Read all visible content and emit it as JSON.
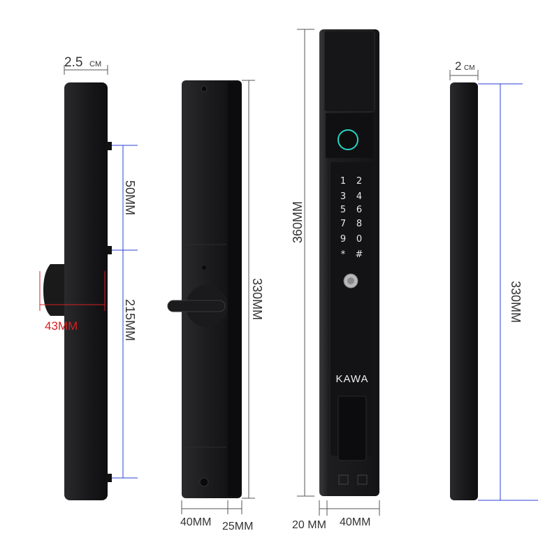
{
  "side_left": {
    "width_label": "2.5",
    "width_unit": "CM",
    "dim_top": "50MM",
    "dim_bottom": "215MM",
    "knob_label": "43MM"
  },
  "back_view": {
    "height_label": "330MM",
    "width_label": "40MM",
    "depth_label": "25MM"
  },
  "front_view": {
    "height_label": "360MM",
    "depth_label": "20 MM",
    "width_label": "40MM",
    "brand": "KAWA",
    "keys": [
      "1",
      "2",
      "3",
      "4",
      "5",
      "6",
      "7",
      "8",
      "9",
      "0",
      "*",
      "#"
    ]
  },
  "side_right": {
    "width_label": "2",
    "width_unit": "CM",
    "height_label": "330MM"
  },
  "colors": {
    "body": "#1c1c1e",
    "dim_line_blue": "#2b3fd6",
    "dim_line_gray": "#555555",
    "accent_red": "#d62020",
    "fingerprint_ring": "#27d3c5"
  }
}
